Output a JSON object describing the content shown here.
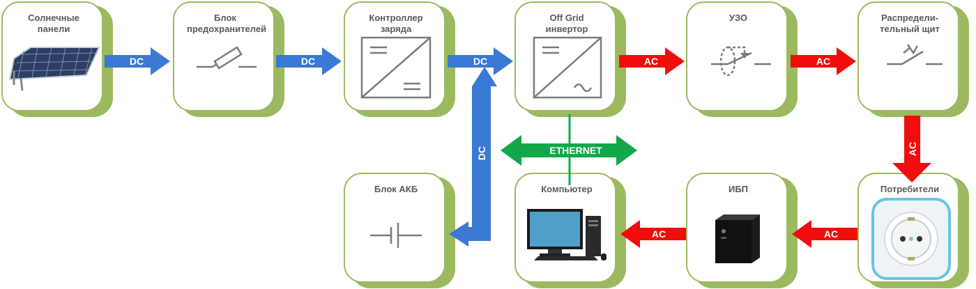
{
  "nodes": {
    "solar": "Солнечные панели",
    "fuses": "Блок предохранителей",
    "controller": "Контроллер заряда",
    "inverter": "Off Grid инвертор",
    "rcd": "УЗО",
    "panel": "Распредели-тельный щит",
    "battery": "Блок АКБ",
    "computer": "Компьютер",
    "ups": "ИБП",
    "consumers": "Потребители"
  },
  "flows": {
    "solar_to_fuses": "DC",
    "fuses_to_controller": "DC",
    "controller_to_inverter": "DC",
    "battery_link": "DC",
    "inverter_to_rcd": "AC",
    "rcd_to_panel": "AC",
    "panel_to_consumers": "AC",
    "consumers_to_ups": "AC",
    "ups_to_computer": "AC",
    "network": "ETHERNET"
  },
  "colors": {
    "dc": "#3a79d4",
    "ac": "#f20d0d",
    "ethernet": "#11a84a",
    "border": "#9bba5f",
    "symbol": "#7a7a7a"
  }
}
